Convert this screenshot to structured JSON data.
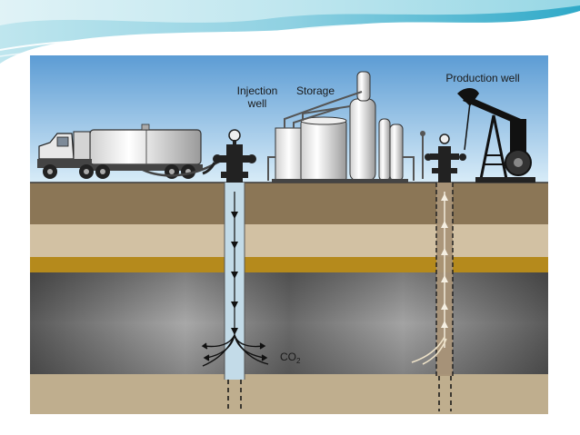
{
  "labels": {
    "injection_well_line1": "Injection",
    "injection_well_line2": "well",
    "storage": "Storage",
    "production_well": "Production well",
    "co2_main": "CO",
    "co2_sub": "2"
  },
  "icons": [
    "tanker-truck-icon",
    "wellhead-icon",
    "storage-tanks-icon",
    "pumpjack-icon"
  ],
  "colors": {
    "sky_top": "#5c9cd4",
    "sky_bottom": "#d8ecf8",
    "topsoil": "#8b7656",
    "sand_layer": "#d2c1a3",
    "caprock": "#b58a1c",
    "reservoir": "#7a7a7a",
    "bottom_layer": "#bfae8e",
    "injection_pipe": "#c3dbe8",
    "production_pipe": "#a99478",
    "header_teal": "#3fb4cf"
  }
}
